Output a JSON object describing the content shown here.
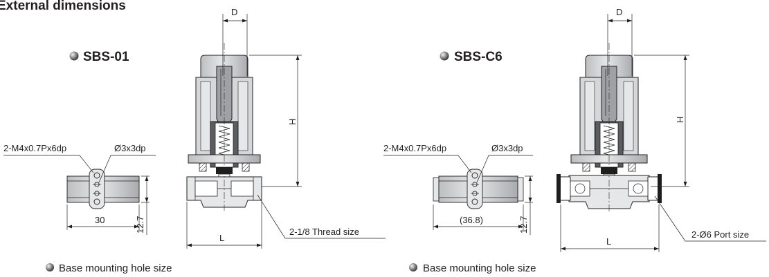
{
  "page": {
    "title": "External dimensions"
  },
  "models": [
    {
      "name": "SBS-01",
      "bullet": "sphere-bullet",
      "base_tap_label": "2-M4x0.7Px6dp",
      "base_pin_label": "Ø3x3dp",
      "base_width_value": "30",
      "base_height_value": "12.7",
      "dim_top": "D",
      "dim_height": "H",
      "dim_length": "L",
      "port_label": "2-1/8 Thread size",
      "caption": "Base mounting hole size"
    },
    {
      "name": "SBS-C6",
      "bullet": "sphere-bullet",
      "base_tap_label": "2-M4x0.7Px6dp",
      "base_pin_label": "Ø3x3dp",
      "base_width_value": "(36.8)",
      "base_height_value": "12.7",
      "dim_top": "D",
      "dim_height": "H",
      "dim_length": "L",
      "port_label": "2-Ø6 Port size",
      "caption": "Base mounting hole size"
    }
  ],
  "colors": {
    "line": "#231f20",
    "body_fill": "#d6d7d9",
    "cap_fill": "#c8c9cb",
    "stem_fill": "#9fa1a4",
    "spring_fill": "#ffffff",
    "seal_fill": "#1e1e1e"
  }
}
